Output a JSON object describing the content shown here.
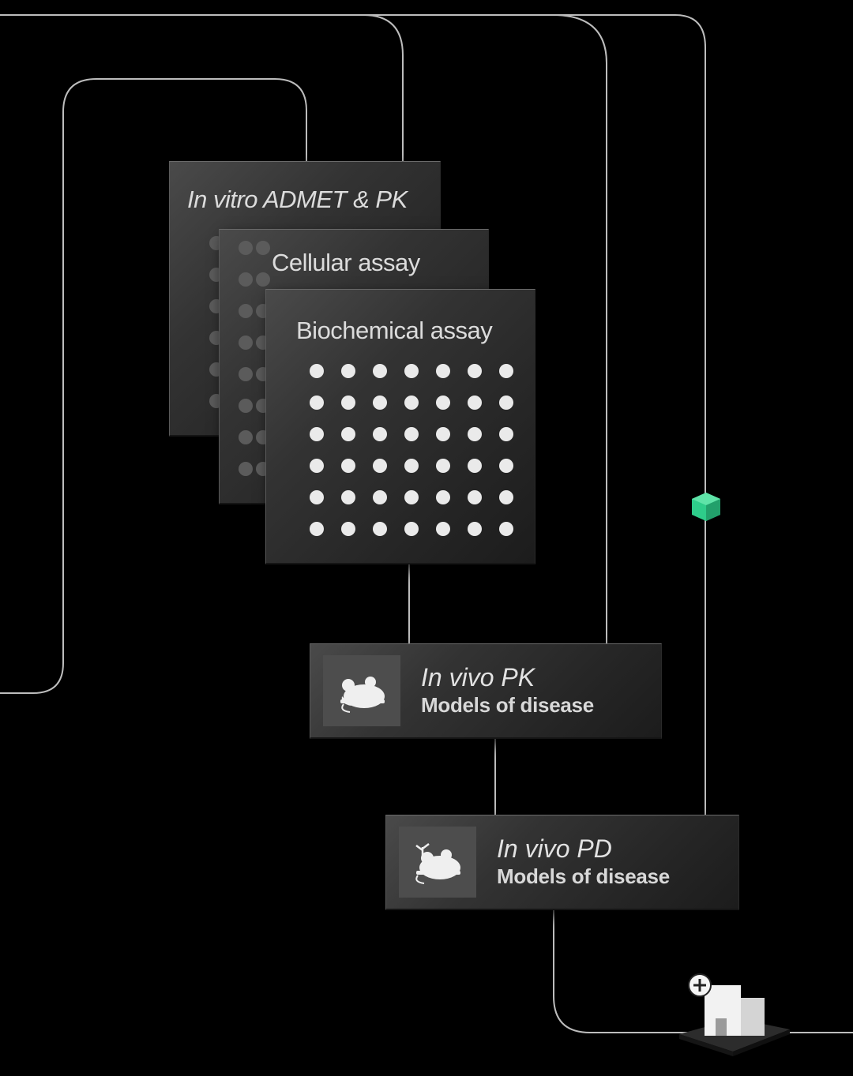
{
  "diagram": {
    "cards": {
      "admet": {
        "title": "In vitro ADMET & PK"
      },
      "cellular": {
        "title": "Cellular assay"
      },
      "biochemical": {
        "title": "Biochemical assay",
        "dot_rows": 6,
        "dot_cols": 7
      }
    },
    "vivo_pk": {
      "title": "In vivo PK",
      "subtitle": "Models of disease",
      "icon": "mouse-icon"
    },
    "vivo_pd": {
      "title": "In vivo PD",
      "subtitle": "Models of disease",
      "icon": "mouse-plant-icon"
    },
    "clinic": {
      "icon": "hospital-icon"
    },
    "marker": {
      "icon": "green-cube-icon",
      "color": "#2ecc8a"
    },
    "colors": {
      "background": "#000000",
      "wire": "#bdbdbd",
      "dot": "#eaeaea"
    }
  }
}
